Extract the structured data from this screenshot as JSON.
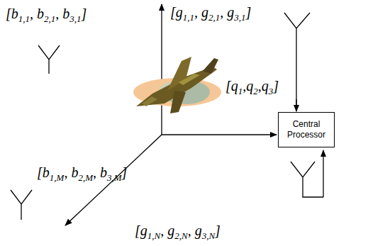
{
  "diagram": {
    "nodes": [
      {
        "text": [
          "Central Processor"
        ]
      }
    ],
    "labels": [
      "[b1,1, b2,1, b3,1]",
      "[g1,1, g2,1, g3,1]",
      "[q1,q2,q3]",
      "[b1,M, b2,M, b3,M]",
      "[g1,N, g2,N, g3,N]"
    ]
  }
}
